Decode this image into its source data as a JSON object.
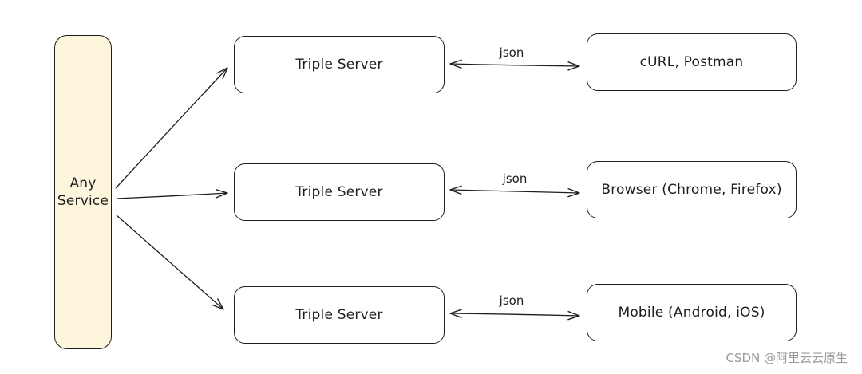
{
  "service": {
    "line1": "Any",
    "line2": "Service"
  },
  "servers": [
    {
      "label": "Triple Server"
    },
    {
      "label": "Triple Server"
    },
    {
      "label": "Triple Server"
    }
  ],
  "clients": [
    {
      "label": "cURL, Postman"
    },
    {
      "label": "Browser (Chrome, Firefox)"
    },
    {
      "label": "Mobile (Android, iOS)"
    }
  ],
  "edges": [
    {
      "label": "json"
    },
    {
      "label": "json"
    },
    {
      "label": "json"
    }
  ],
  "colors": {
    "service_fill": "#fdf5dc",
    "stroke": "#1e1e1e",
    "watermark": "#9a9a9a"
  },
  "watermark": "CSDN @阿里云云原生"
}
